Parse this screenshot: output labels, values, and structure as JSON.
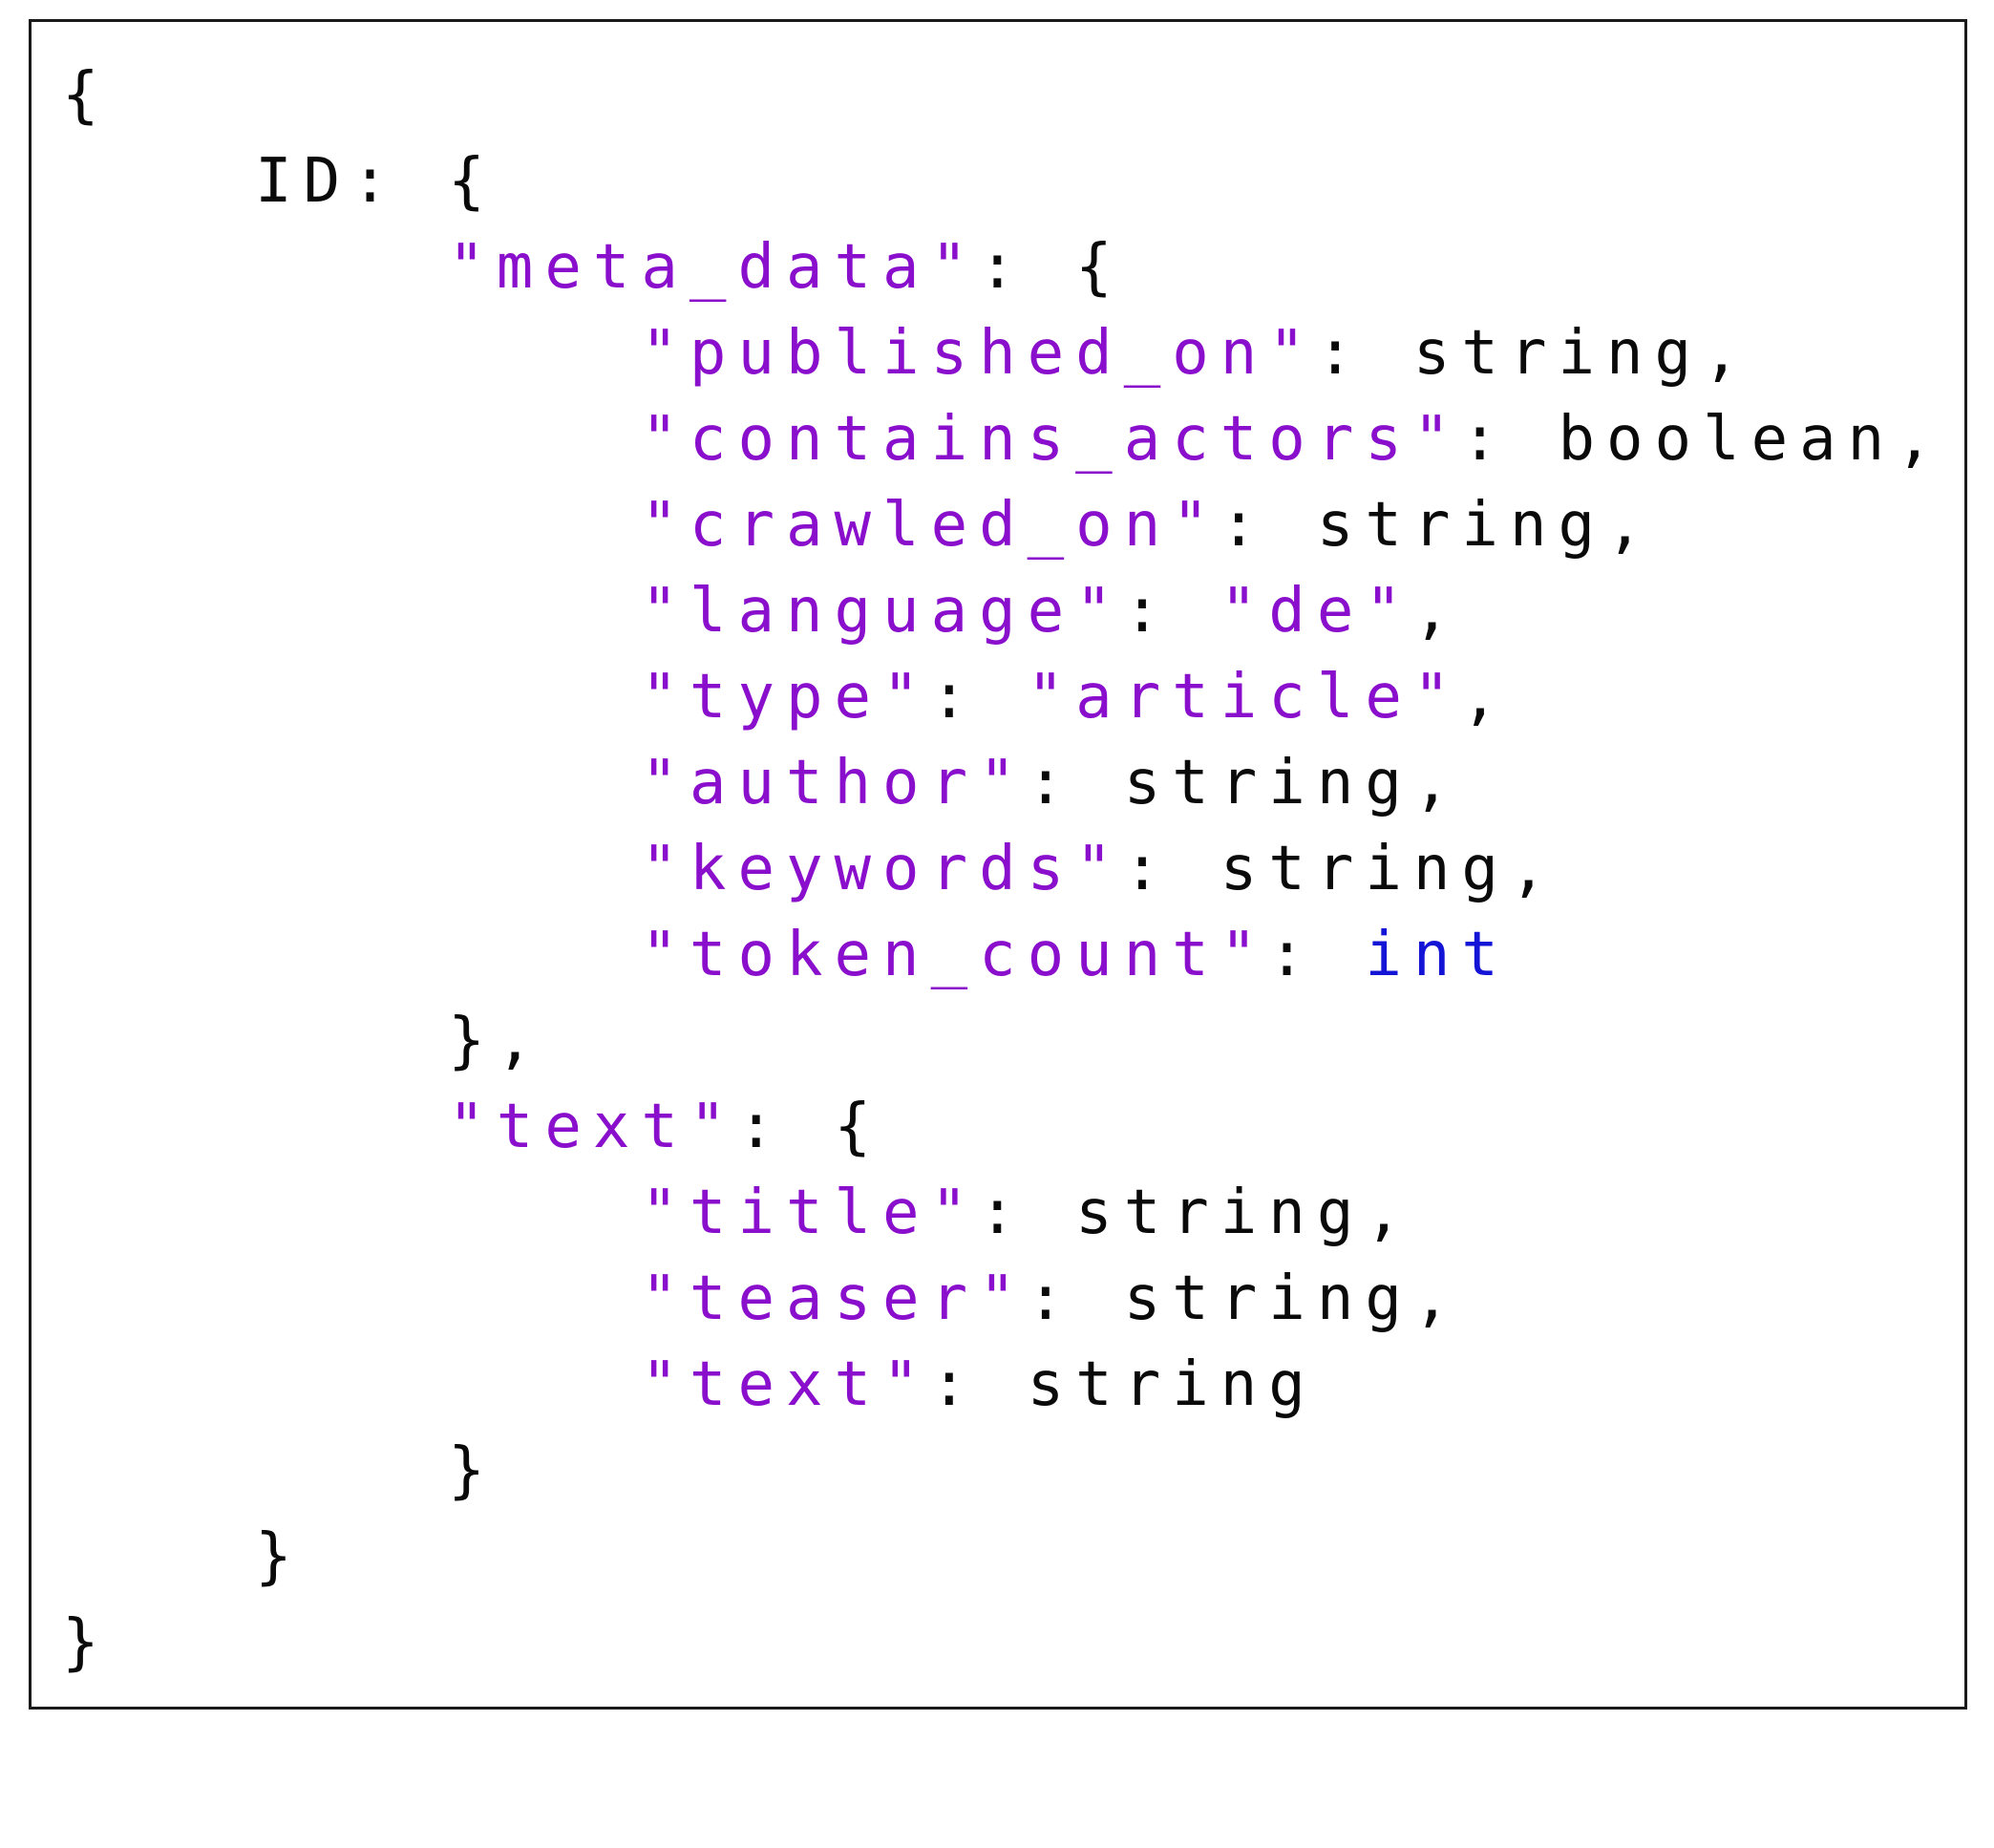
{
  "code": {
    "lines": [
      [
        {
          "t": "{",
          "c": "plain"
        }
      ],
      [
        {
          "t": "    ID: {",
          "c": "plain"
        }
      ],
      [
        {
          "t": "        ",
          "c": "plain"
        },
        {
          "t": "\"meta_data\"",
          "c": "key"
        },
        {
          "t": ": {",
          "c": "plain"
        }
      ],
      [
        {
          "t": "            ",
          "c": "plain"
        },
        {
          "t": "\"published_on\"",
          "c": "key"
        },
        {
          "t": ": string,",
          "c": "plain"
        }
      ],
      [
        {
          "t": "            ",
          "c": "plain"
        },
        {
          "t": "\"contains_actors\"",
          "c": "key"
        },
        {
          "t": ": boolean,",
          "c": "plain"
        }
      ],
      [
        {
          "t": "            ",
          "c": "plain"
        },
        {
          "t": "\"crawled_on\"",
          "c": "key"
        },
        {
          "t": ": string,",
          "c": "plain"
        }
      ],
      [
        {
          "t": "            ",
          "c": "plain"
        },
        {
          "t": "\"language\"",
          "c": "key"
        },
        {
          "t": ": ",
          "c": "plain"
        },
        {
          "t": "\"de\"",
          "c": "str"
        },
        {
          "t": ",",
          "c": "plain"
        }
      ],
      [
        {
          "t": "            ",
          "c": "plain"
        },
        {
          "t": "\"type\"",
          "c": "key"
        },
        {
          "t": ": ",
          "c": "plain"
        },
        {
          "t": "\"article\"",
          "c": "str"
        },
        {
          "t": ",",
          "c": "plain"
        }
      ],
      [
        {
          "t": "            ",
          "c": "plain"
        },
        {
          "t": "\"author\"",
          "c": "key"
        },
        {
          "t": ": string,",
          "c": "plain"
        }
      ],
      [
        {
          "t": "            ",
          "c": "plain"
        },
        {
          "t": "\"keywords\"",
          "c": "key"
        },
        {
          "t": ": string,",
          "c": "plain"
        }
      ],
      [
        {
          "t": "            ",
          "c": "plain"
        },
        {
          "t": "\"token_count\"",
          "c": "key"
        },
        {
          "t": ": ",
          "c": "plain"
        },
        {
          "t": "int",
          "c": "kw"
        }
      ],
      [
        {
          "t": "        },",
          "c": "plain"
        }
      ],
      [
        {
          "t": "        ",
          "c": "plain"
        },
        {
          "t": "\"text\"",
          "c": "key"
        },
        {
          "t": ": {",
          "c": "plain"
        }
      ],
      [
        {
          "t": "            ",
          "c": "plain"
        },
        {
          "t": "\"title\"",
          "c": "key"
        },
        {
          "t": ": string,",
          "c": "plain"
        }
      ],
      [
        {
          "t": "            ",
          "c": "plain"
        },
        {
          "t": "\"teaser\"",
          "c": "key"
        },
        {
          "t": ": string,",
          "c": "plain"
        }
      ],
      [
        {
          "t": "            ",
          "c": "plain"
        },
        {
          "t": "\"text\"",
          "c": "key"
        },
        {
          "t": ": string",
          "c": "plain"
        }
      ],
      [
        {
          "t": "        }",
          "c": "plain"
        }
      ],
      [
        {
          "t": "    }",
          "c": "plain"
        }
      ],
      [
        {
          "t": "}",
          "c": "plain"
        }
      ]
    ]
  },
  "colors": {
    "key": "#8a0fcc",
    "string_value": "#8a0fcc",
    "type_keyword": "#1414d6",
    "text": "#0a0a0a",
    "border": "#1a1a1a",
    "background": "#ffffff"
  }
}
